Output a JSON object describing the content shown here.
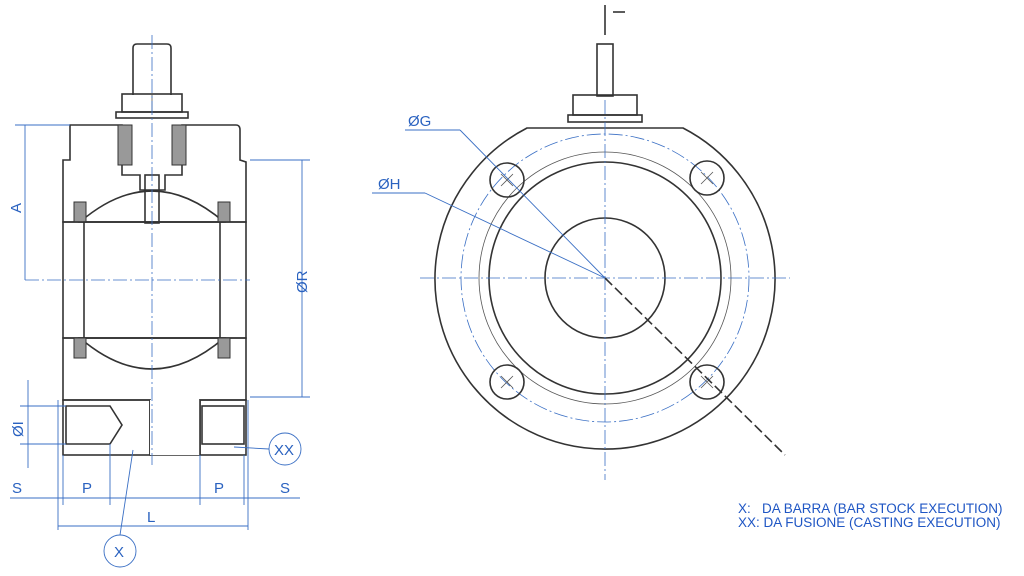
{
  "labels": {
    "A": "A",
    "R": "ØR",
    "I": "ØI",
    "S_left": "S",
    "P_left": "P",
    "P_right": "P",
    "S_right": "S",
    "L": "L",
    "X": "X",
    "XX": "XX",
    "G": "ØG",
    "H": "ØH"
  },
  "legend": [
    "X:   DA BARRA (BAR STOCK EXECUTION)",
    "XX: DA FUSIONE (CASTING EXECUTION)"
  ],
  "colors": {
    "dimension": "#2a62c0",
    "outline": "#333333"
  }
}
